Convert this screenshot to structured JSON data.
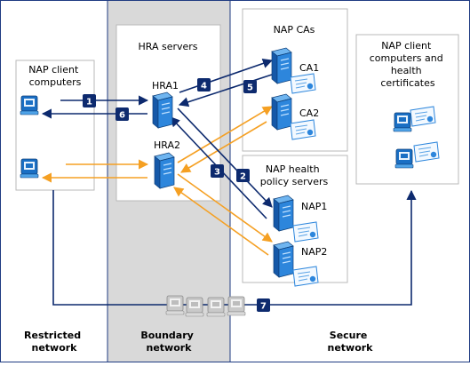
{
  "zones": {
    "restricted": [
      "Restricted",
      "network"
    ],
    "boundary": [
      "Boundary",
      "network"
    ],
    "secure": [
      "Secure",
      "network"
    ]
  },
  "boxes": {
    "clients": [
      "NAP client",
      "computers"
    ],
    "hra_servers": "HRA servers",
    "cas": "NAP CAs",
    "policy": [
      "NAP health",
      "policy servers"
    ],
    "healthy": [
      "NAP client",
      "computers and",
      "health",
      "certificates"
    ]
  },
  "servers": {
    "hra1": "HRA1",
    "hra2": "HRA2",
    "ca1": "CA1",
    "ca2": "CA2",
    "nap1": "NAP1",
    "nap2": "NAP2"
  },
  "steps": [
    "1",
    "2",
    "3",
    "4",
    "5",
    "6",
    "7"
  ],
  "colors": {
    "navy": "#0d2a6e",
    "orange": "#f5a023",
    "zone_fill": "#d9d9d9",
    "zone_border": "#1f3b82",
    "icon_blue": "#1a6fc4"
  },
  "icons": {
    "client": "client-computer-icon",
    "server": "server-icon",
    "certificate": "certificate-icon"
  }
}
